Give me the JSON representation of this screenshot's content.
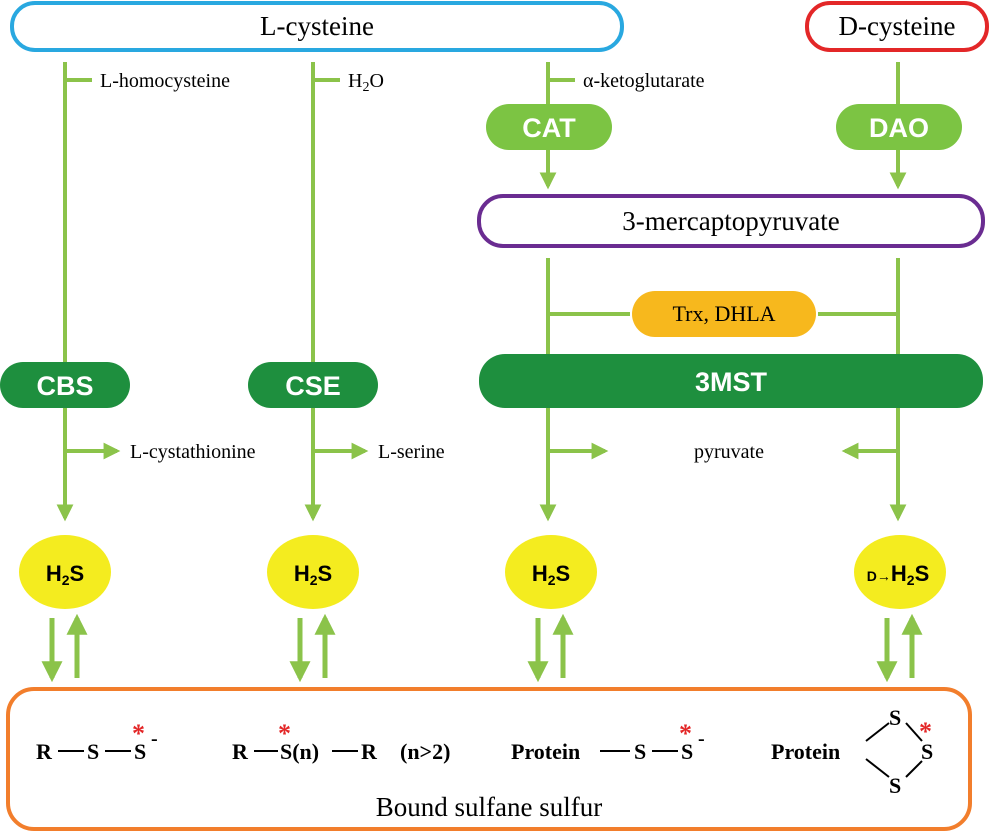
{
  "colors": {
    "line_green": "#8bc34a",
    "enzyme_light": "#7cc443",
    "enzyme_dark": "#1e8f3e",
    "h2s_yellow": "#f4ec1f",
    "cofactor_orange": "#f7b81d",
    "lcys_border": "#29a8e0",
    "dcys_border": "#e32728",
    "mp_border": "#6a2c91",
    "bss_border": "#f27e2c",
    "asterisk_red": "#e32728"
  },
  "substrates": {
    "l_cysteine": "L-cysteine",
    "d_cysteine": "D-cysteine",
    "mercaptopyruvate": "3-mercaptopyruvate"
  },
  "enzymes": {
    "cbs": "CBS",
    "cse": "CSE",
    "cat": "CAT",
    "dao": "DAO",
    "mst": "3MST"
  },
  "cofactor": "Trx, DHLA",
  "reagents": {
    "l_homocysteine": "L-homocysteine",
    "h2o_main": "H",
    "h2o_sub": "2",
    "h2o_tail": "O",
    "alpha_ketoglutarate": "α-ketoglutarate"
  },
  "byproducts": {
    "l_cystathionine": "L-cystathionine",
    "l_serine": "L-serine",
    "pyruvate": "pyruvate"
  },
  "h2s": {
    "h": "H",
    "sub": "2",
    "s": "S",
    "d_prefix": "D→"
  },
  "bound_sulfane": {
    "title": "Bound sulfane sulfur",
    "asterisk": "*",
    "s1": {
      "r": "R",
      "s_a": "S",
      "s_b": "S",
      "charge": "-"
    },
    "s2": {
      "r1": "R",
      "sn": "S(n)",
      "r2": "R",
      "cond": "(n>2)"
    },
    "s3": {
      "protein": "Protein",
      "s_a": "S",
      "s_b": "S",
      "charge": "-"
    },
    "s4": {
      "protein": "Protein",
      "s_top": "S",
      "s_right": "S",
      "s_bottom": "S"
    }
  }
}
